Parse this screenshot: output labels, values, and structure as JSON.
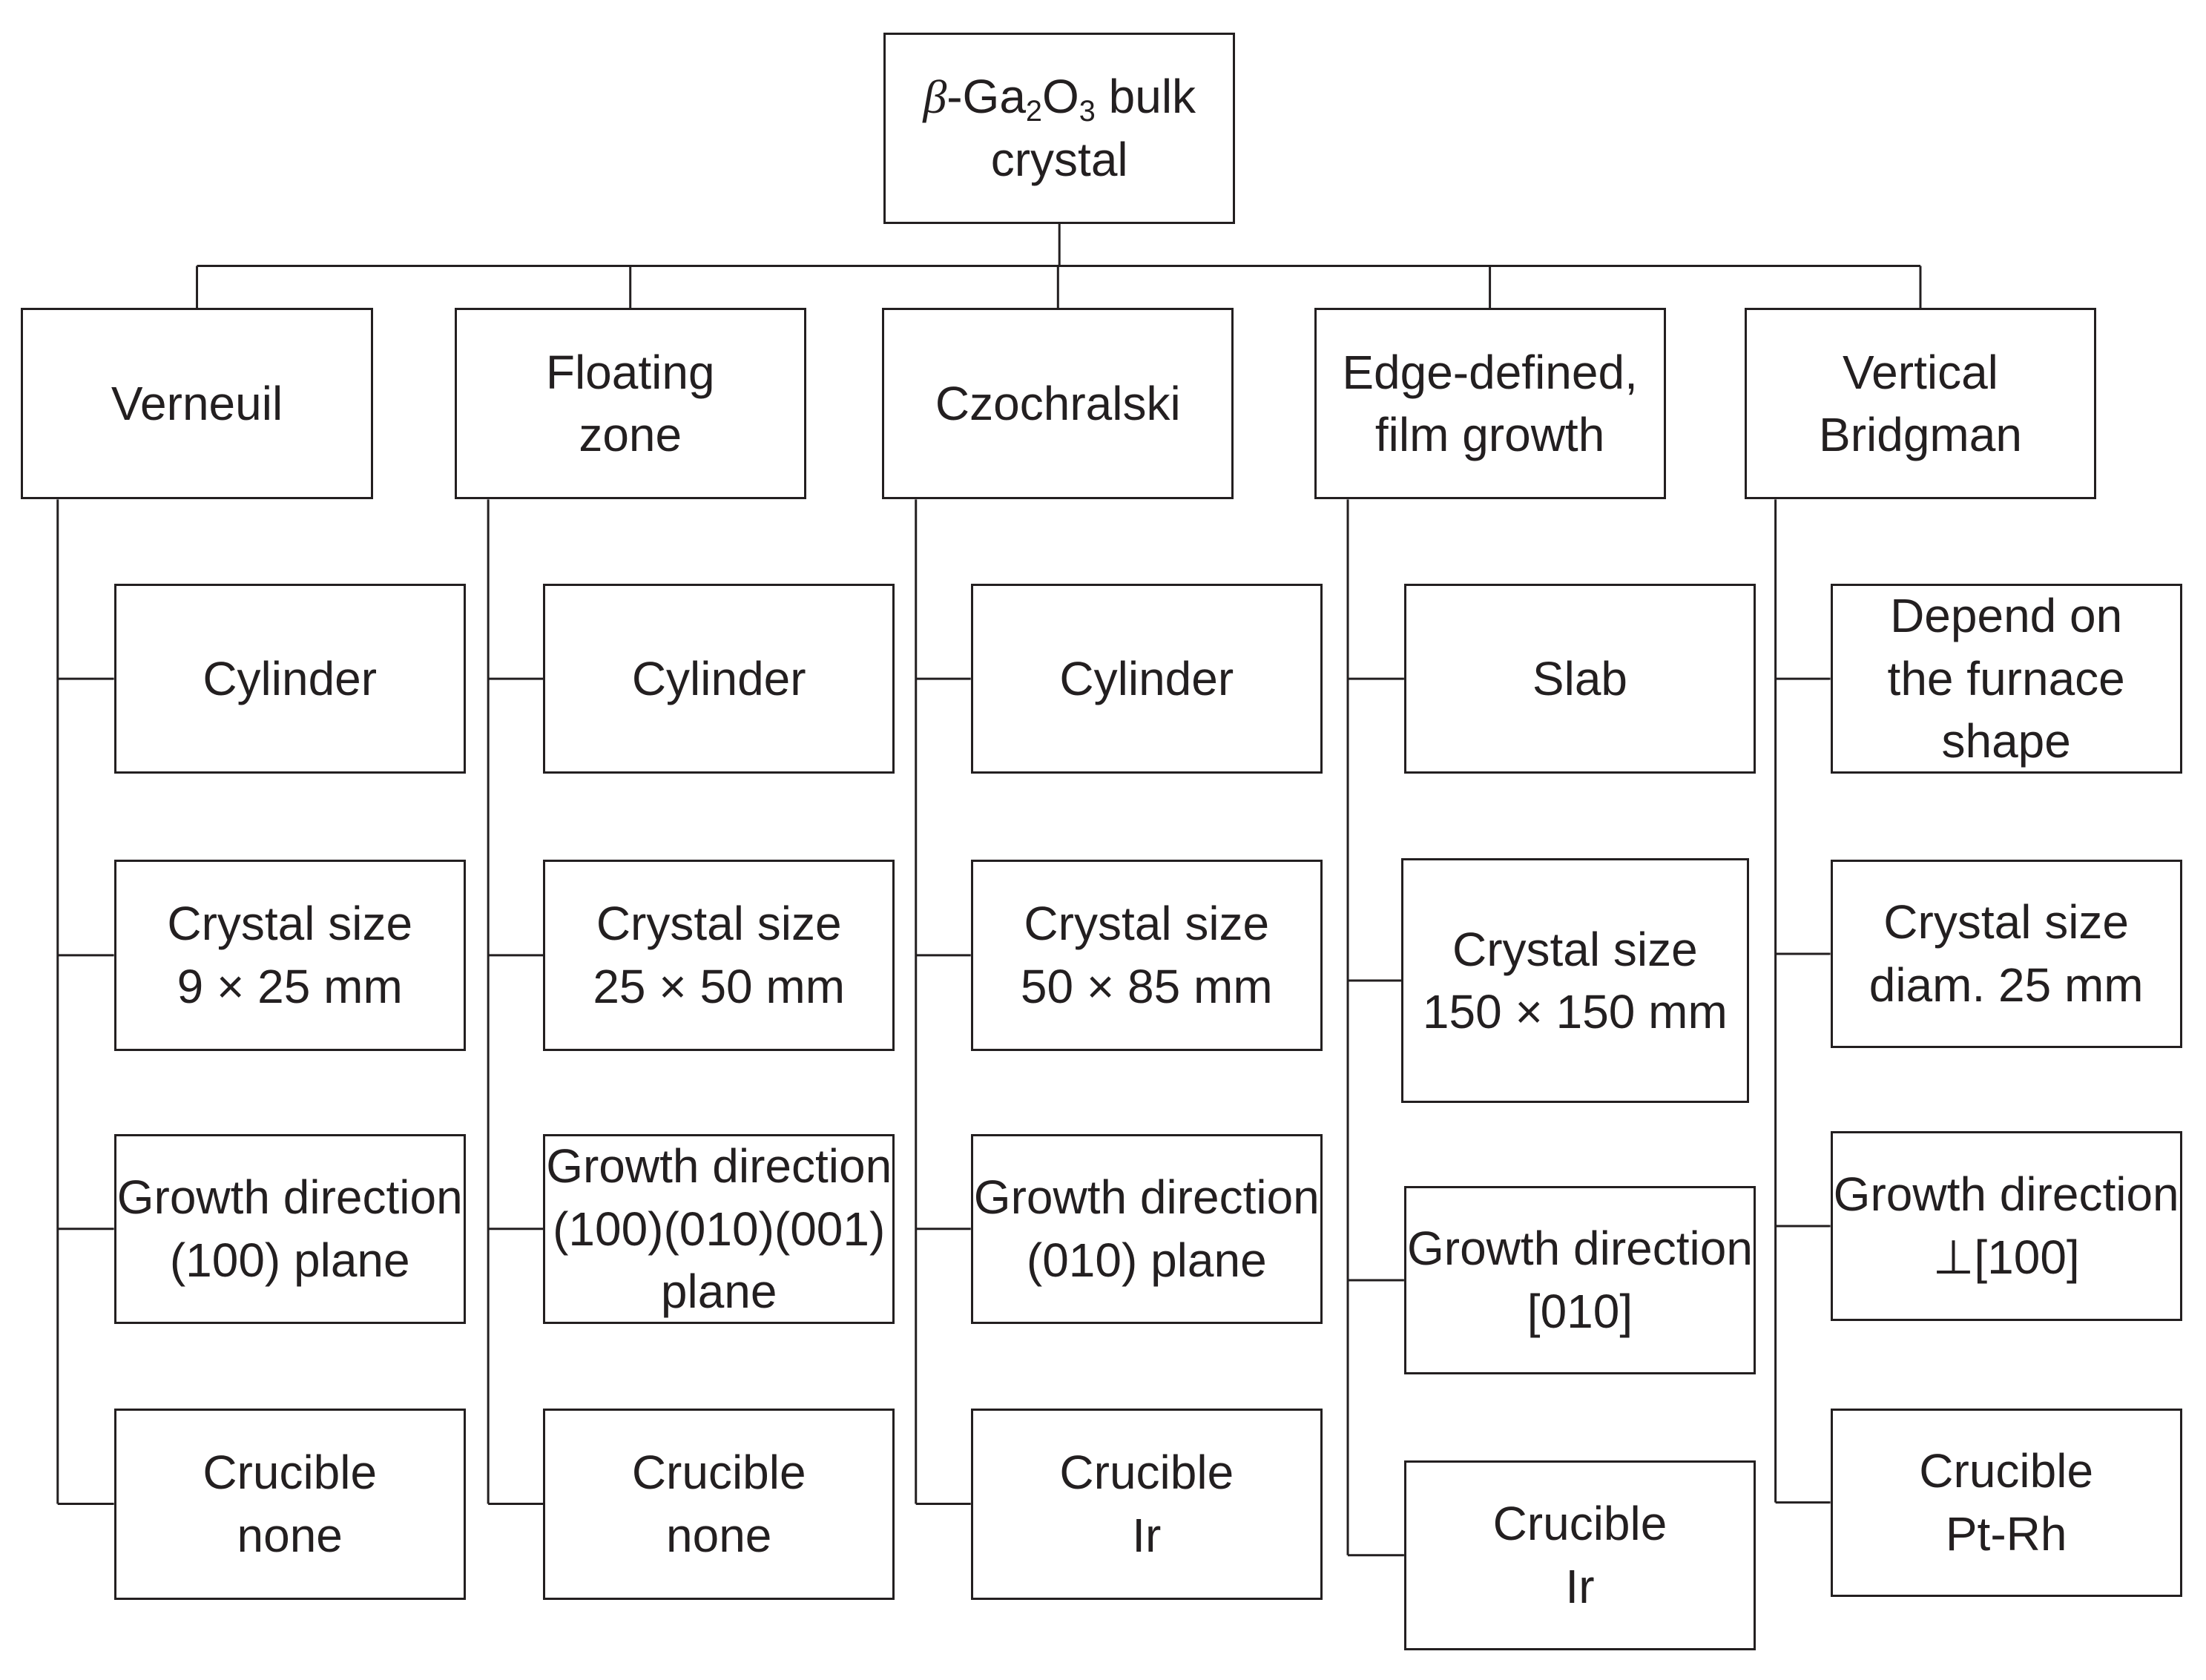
{
  "root": {
    "prefix": "β",
    "formula_a": "-Ga",
    "sub_a": "2",
    "formula_b": "O",
    "sub_b": "3",
    "line1_suffix": " bulk",
    "line2": "crystal"
  },
  "methods": [
    {
      "name": [
        "Verneuil"
      ],
      "props": [
        [
          "Cylinder"
        ],
        [
          "Crystal size",
          "9 × 25 mm"
        ],
        [
          "Growth direction",
          "(100) plane"
        ],
        [
          "Crucible",
          "none"
        ]
      ]
    },
    {
      "name": [
        "Floating",
        "zone"
      ],
      "props": [
        [
          "Cylinder"
        ],
        [
          "Crystal size",
          "25 × 50 mm"
        ],
        [
          "Growth direction",
          "(100)(010)(001)",
          "plane"
        ],
        [
          "Crucible",
          "none"
        ]
      ]
    },
    {
      "name": [
        "Czochralski"
      ],
      "props": [
        [
          "Cylinder"
        ],
        [
          "Crystal size",
          "50 × 85 mm"
        ],
        [
          "Growth direction",
          "(010) plane"
        ],
        [
          "Crucible",
          "Ir"
        ]
      ]
    },
    {
      "name": [
        "Edge-defined,",
        "film growth"
      ],
      "props": [
        [
          "Slab"
        ],
        [
          "Crystal size",
          "150 × 150 mm"
        ],
        [
          "Growth direction",
          "[010]"
        ],
        [
          "Crucible",
          "Ir"
        ]
      ]
    },
    {
      "name": [
        "Vertical",
        "Bridgman"
      ],
      "props": [
        [
          "Depend on",
          "the furnace",
          "shape"
        ],
        [
          "Crystal size",
          "diam. 25 mm"
        ],
        [
          "Growth direction",
          "⊥[100]"
        ],
        [
          "Crucible",
          "Pt-Rh"
        ]
      ]
    }
  ]
}
